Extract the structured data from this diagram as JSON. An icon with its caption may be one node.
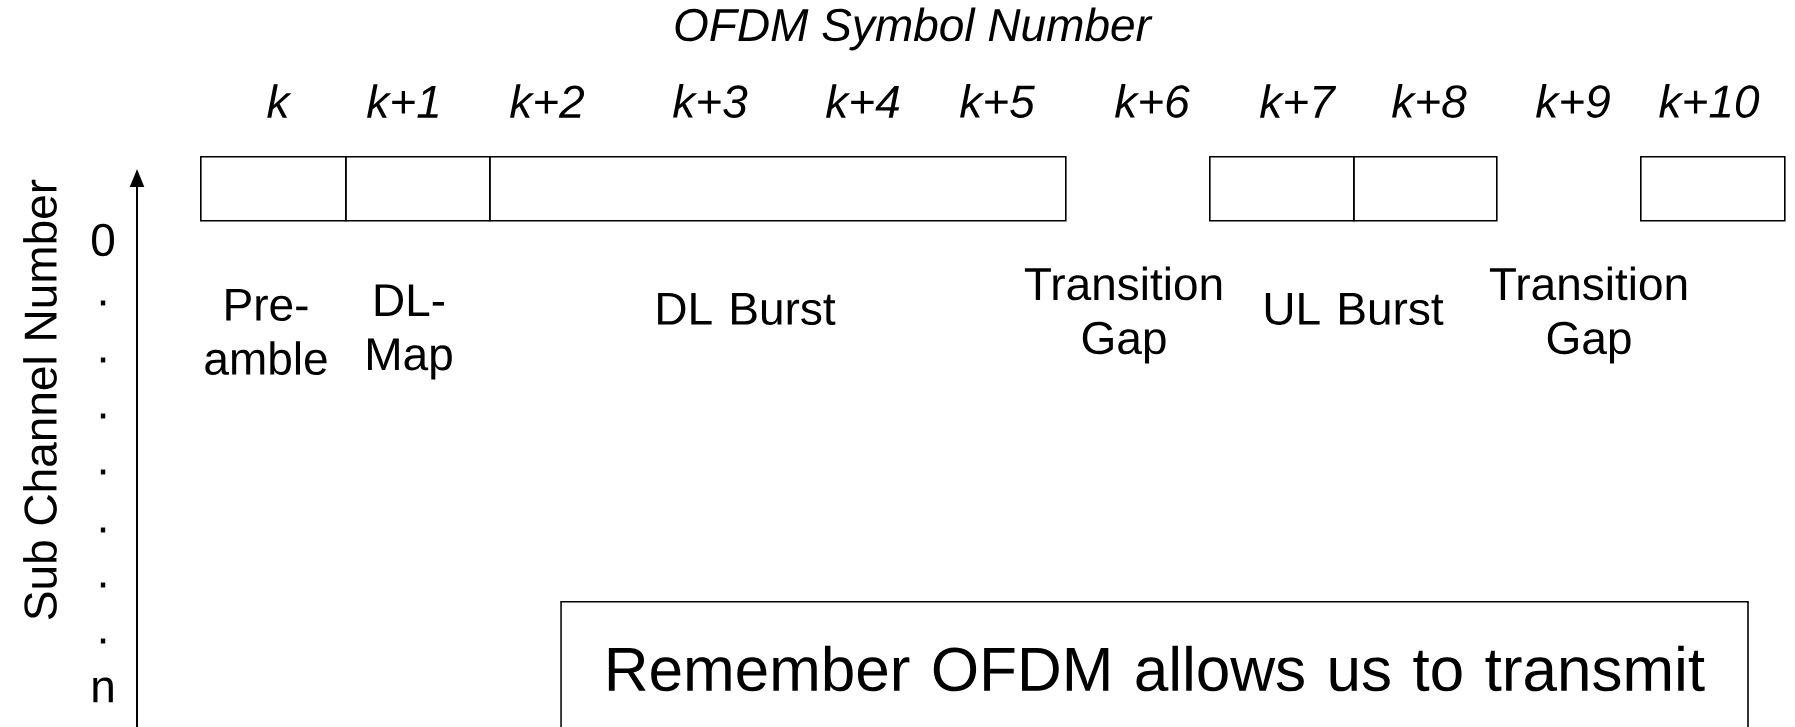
{
  "diagram": {
    "title": "OFDM Symbol Number",
    "nodes": [
      {
        "text": [],
        "shape": "box"
      },
      {
        "text": [],
        "shape": "box"
      },
      {
        "text": [],
        "shape": "box"
      },
      {
        "text": [],
        "shape": "box"
      },
      {
        "text": [],
        "shape": "box"
      },
      {
        "text": [],
        "shape": "box"
      },
      {
        "text": [
          "Remember OFDM allows us to transmit"
        ]
      }
    ],
    "edges": [],
    "labels": [
      "k",
      "k+1",
      "k+2",
      "k+3",
      "k+4",
      "k+5",
      "k+6",
      "k+7",
      "k+8",
      "k+9",
      "k+10",
      "Sub Channel Number",
      "0",
      ".",
      ".",
      ".",
      ".",
      ".",
      ".",
      ".",
      "n",
      "Pre- amble",
      "DL- Map",
      "DL Burst",
      "Transition Gap",
      "UL Burst",
      "Transition Gap"
    ]
  }
}
